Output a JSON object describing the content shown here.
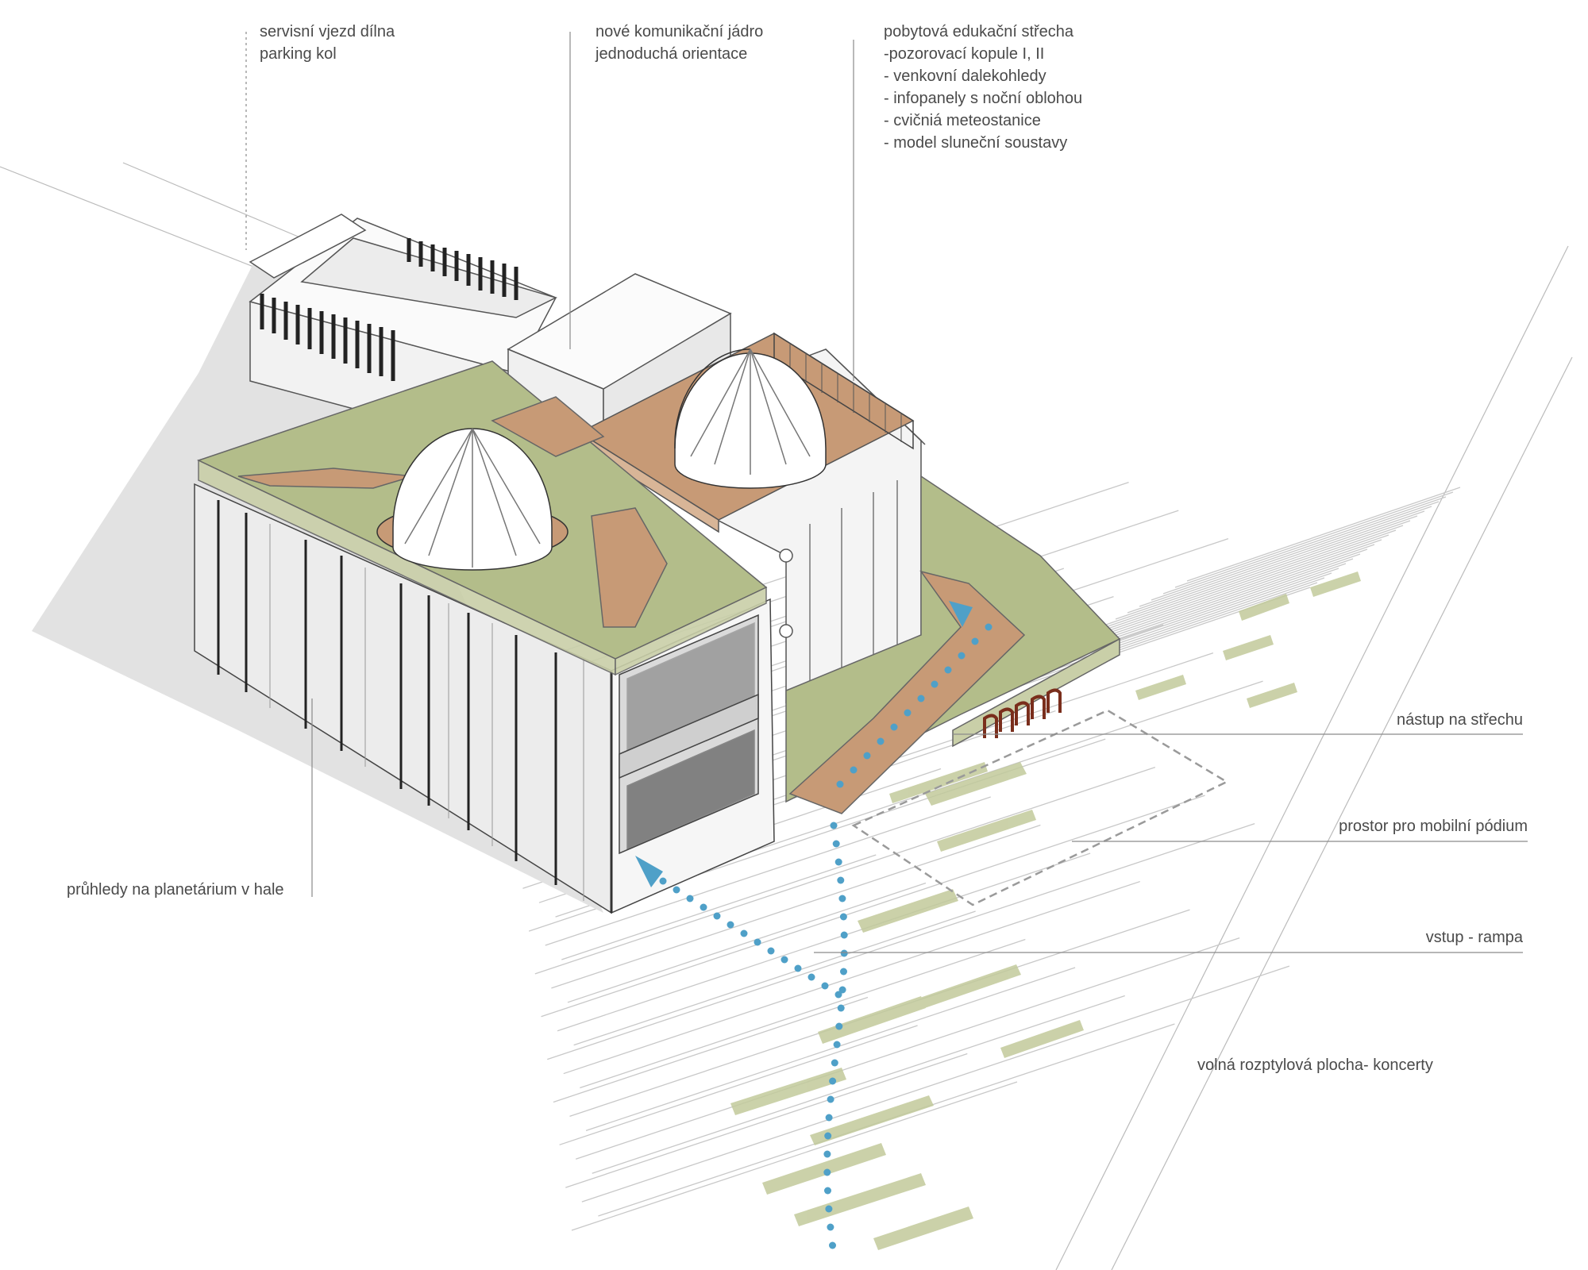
{
  "labels": {
    "service": {
      "lines": [
        "servisní vjezd dílna",
        "parking kol"
      ]
    },
    "core": {
      "lines": [
        "nové komunikační jádro",
        "jednoduchá orientace"
      ]
    },
    "roof": {
      "lines": [
        "pobytová edukační střecha",
        "-pozorovací kopule I, II",
        "- venkovní dalekohledy",
        "- infopanely s noční oblohou",
        "- cvičniá meteostanice",
        "- model sluneční soustavy"
      ]
    },
    "roof_access": "nástup na střechu",
    "stage": "prostor pro mobilní pódium",
    "entrance": "vstup - rampa",
    "planetarium": "průhledy na planetárium v hale",
    "open_area": "volná rozptylová plocha- koncerty"
  },
  "colors": {
    "text": "#4a4a4a",
    "leader": "#8a8a8a",
    "lawn": "#b3bd8a",
    "lawn_dark": "#9fae72",
    "deck": "#c79a76",
    "building_shadow": "#e2e2e2",
    "path_marker": "#4fa0c8",
    "bike_rack": "#7a2e1c"
  }
}
